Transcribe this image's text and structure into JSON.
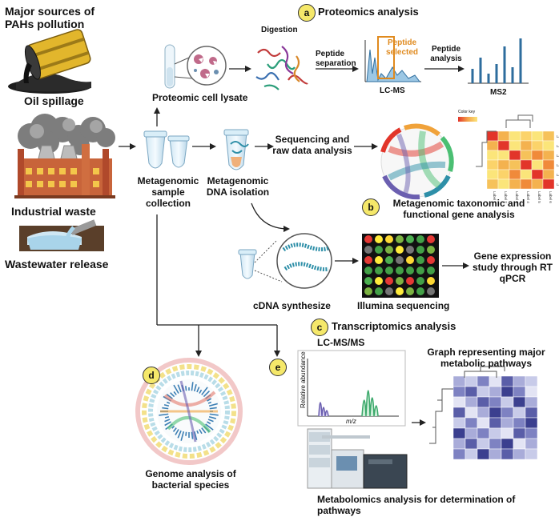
{
  "sources": {
    "title": "Major sources of PAHs pollution",
    "oil": "Oil spillage",
    "industrial": "Industrial waste",
    "wastewater": "Wastewater release"
  },
  "proteomics": {
    "badge": "a",
    "title": "Proteomics analysis",
    "lysate": "Proteomic cell lysate",
    "digestion": "Digestion",
    "separation": "Peptide separation",
    "selected": "Peptide selected",
    "lcms": "LC-MS",
    "peptide_analysis": "Peptide analysis",
    "ms2": "MS2"
  },
  "metagenomic": {
    "badge": "b",
    "collection": "Metagenomic sample collection",
    "dna": "Metagenomic DNA isolation",
    "sequencing": "Sequencing and raw data analysis",
    "analysis": "Metagenomic taxonomic and functional gene analysis",
    "color_key": "Color key",
    "heatmap_rows": [
      "Label A",
      "Label B",
      "Label C",
      "Label D",
      "Label E",
      "Label F"
    ],
    "heatmap_cols": [
      "Label 1",
      "Label 2",
      "Label 3",
      "Label 4",
      "Label 5",
      "Label 6"
    ]
  },
  "transcriptomics": {
    "badge": "c",
    "title": "Transcriptomics analysis",
    "cdna": "cDNA synthesize",
    "illumina": "Illumina sequencing",
    "gene_expr": "Gene expression study through RT qPCR"
  },
  "genome": {
    "badge": "d",
    "title": "Genome analysis of bacterial species"
  },
  "metabolomics": {
    "badge": "e",
    "lcmsms": "LC-MS/MS",
    "yaxis": "Relative abundance",
    "xaxis": "m/z",
    "graph": "Graph representing major metabolic pathways",
    "title": "Metabolomics analysis for determination of pathways"
  },
  "colors": {
    "badge": "#f5e86a",
    "heat_red": "#e2352a",
    "heat_yellow": "#fbe57a",
    "teal": "#2e8fa8",
    "blue": "#3c7fb4",
    "purple": "#6b5fb0",
    "green": "#4bbf73"
  }
}
